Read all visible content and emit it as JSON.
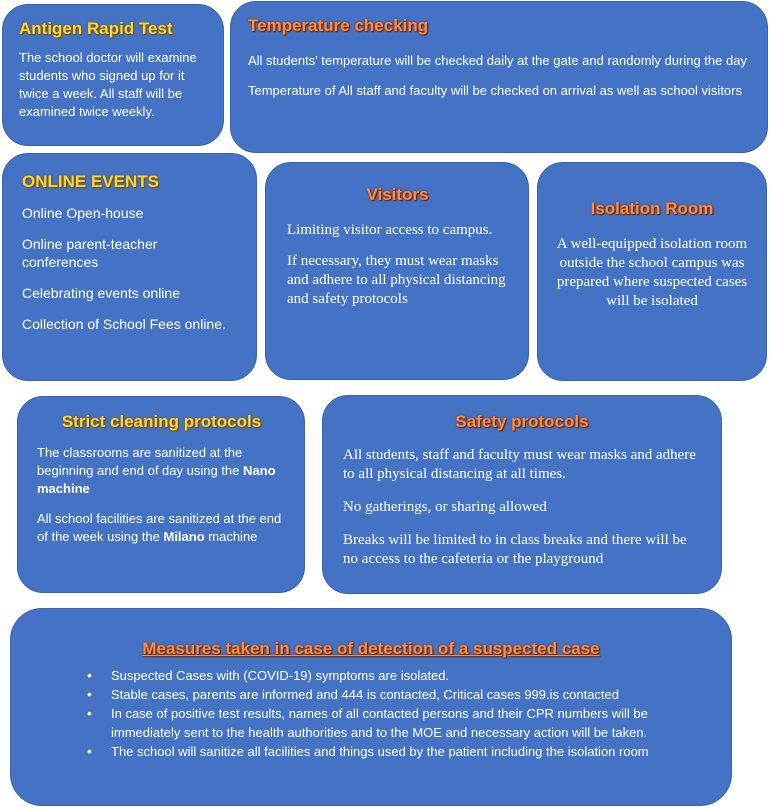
{
  "antigen": {
    "title": "Antigen Rapid Test",
    "body": "The school doctor will examine students who signed up for it twice a week. All staff will be examined twice weekly."
  },
  "temperature": {
    "title": "Temperature checking",
    "p1": "All students' temperature will be checked daily at the gate and randomly during the day",
    "p2": "Temperature of All staff and faculty will be checked on arrival as well as school visitors"
  },
  "online": {
    "title": "ONLINE EVENTS",
    "items": [
      "Online Open-house",
      "Online parent-teacher conferences",
      "Celebrating events online",
      "Collection of School Fees online."
    ]
  },
  "visitors": {
    "title": "Visitors",
    "p1": "Limiting visitor access to campus.",
    "p2": "If necessary, they must wear masks and adhere to all physical distancing and safety protocols"
  },
  "isolation": {
    "title": "Isolation Room",
    "body": "A well-equipped isolation room outside the school campus was prepared where suspected cases will be isolated"
  },
  "cleaning": {
    "title": "Strict cleaning protocols",
    "p1_pre": "The classrooms are sanitized at the beginning and end of day using the ",
    "p1_bold": "Nano machine",
    "p2_pre": "All school facilities are sanitized at the end of the week using the ",
    "p2_bold": "Milano",
    "p2_post": " machine"
  },
  "safety": {
    "title": "Safety protocols",
    "p1": "All students, staff and faculty must wear masks and adhere to all physical distancing at all times.",
    "p2": "No gatherings, or sharing allowed",
    "p3": "Breaks will be limited to in class breaks and there will be no access to the cafeteria or the playground"
  },
  "measures": {
    "title": "Measures taken in case of detection of a suspected case",
    "items": [
      "Suspected Cases with (COVID-19) symptoms are isolated.",
      "Stable cases, parents are informed and 444 is contacted, Critical cases 999.is contacted",
      "In case of positive test results, names of all contacted persons and their CPR numbers will be immediately sent to the health authorities and to the MOE and necessary action will be taken.",
      "The school will sanitize all facilities and things used by the patient including the isolation room"
    ]
  },
  "colors": {
    "box_blue": "#4472c4",
    "title_yellow": "#ffd23a",
    "title_orange": "#ff8a42"
  }
}
